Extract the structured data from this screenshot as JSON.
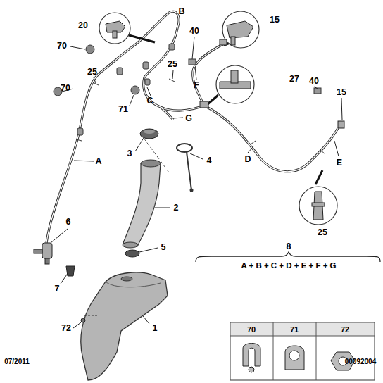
{
  "diagram": {
    "labels": [
      "20",
      "B",
      "40",
      "15",
      "70",
      "25",
      "25",
      "F",
      "27",
      "40",
      "15",
      "70",
      "71",
      "C",
      "G",
      "A",
      "D",
      "E",
      "3",
      "4",
      "2",
      "6",
      "25",
      "5",
      "8",
      "A + B + C + D + E + F + G",
      "7",
      "1",
      "72",
      "70",
      "71",
      "72",
      "07/2011",
      "00092004"
    ]
  }
}
